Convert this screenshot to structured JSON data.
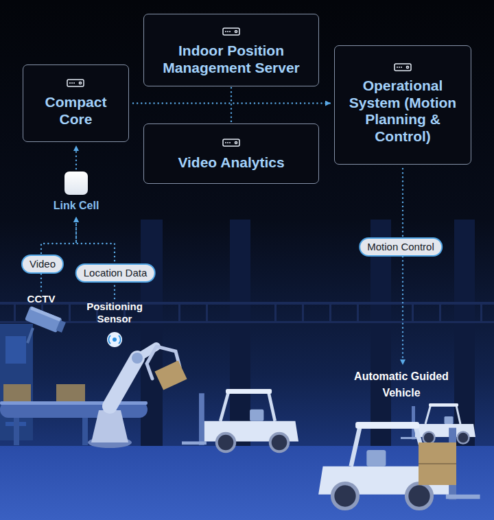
{
  "diagram": {
    "nodes": [
      {
        "text": [
          "Compact Core"
        ]
      },
      {
        "text": [
          "Indoor Position Management Server"
        ]
      },
      {
        "text": [
          "Video Analytics"
        ]
      },
      {
        "text": [
          "Operational System (Motion Planning & Control)"
        ]
      },
      {
        "text": [
          "Link Cell"
        ]
      },
      {
        "text": [
          "CCTV"
        ]
      },
      {
        "text": [
          "Positioning Sensor"
        ]
      },
      {
        "text": [
          "Automatic Guided Vehicle"
        ]
      }
    ],
    "edges": [
      {
        "from": 5,
        "to": 4,
        "arrow": "to",
        "label": "Video"
      },
      {
        "from": 6,
        "to": 4,
        "arrow": "to",
        "label": "Location Data"
      },
      {
        "from": 4,
        "to": 0,
        "arrow": "to"
      },
      {
        "from": 0,
        "to": 3,
        "arrow": "to"
      },
      {
        "from": 1,
        "to": 2,
        "arrow": "none"
      },
      {
        "from": 3,
        "to": 7,
        "arrow": "to",
        "label": "Motion Control"
      }
    ]
  }
}
